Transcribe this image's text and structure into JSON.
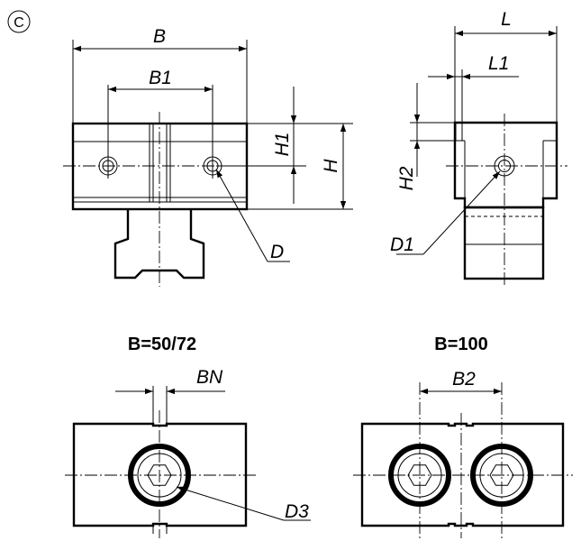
{
  "variant_label": "C",
  "labels": {
    "B": "B",
    "B1": "B1",
    "H": "H",
    "H1": "H1",
    "D": "D",
    "L": "L",
    "L1": "L1",
    "H2": "H2",
    "D1": "D1",
    "BN": "BN",
    "D3": "D3",
    "B2": "B2"
  },
  "sections": {
    "narrow_title": "B=50/72",
    "wide_title": "B=100"
  }
}
